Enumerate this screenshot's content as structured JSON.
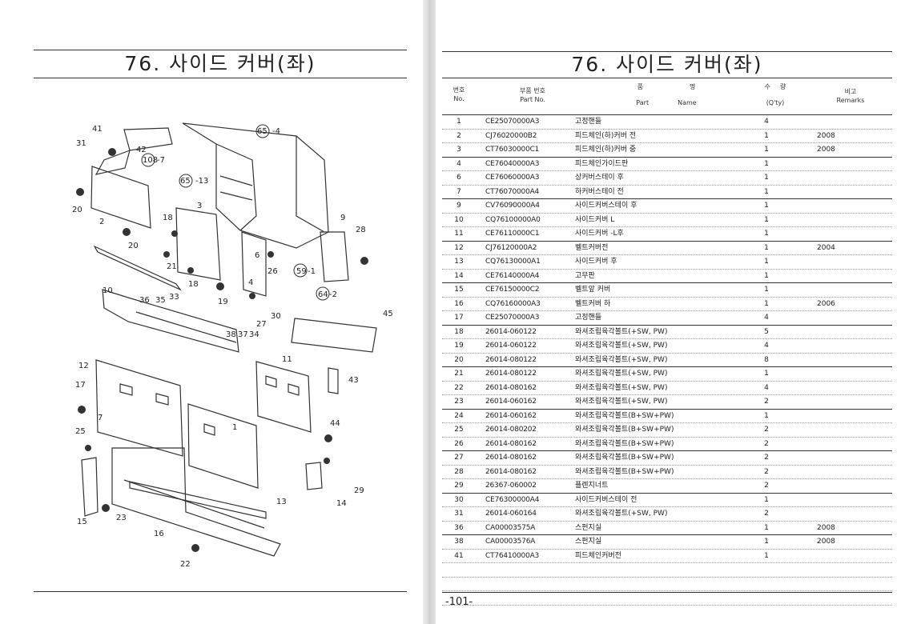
{
  "left_page": {
    "title": "76. 사이드 커버(좌)",
    "diagram_callouts": [
      "41",
      "31",
      "42",
      "108",
      "-7",
      "65",
      "-4",
      "65",
      "-13",
      "20",
      "2",
      "18",
      "3",
      "20",
      "21",
      "18",
      "9",
      "28",
      "6",
      "26",
      "59",
      "-1",
      "4",
      "19",
      "10",
      "36",
      "35",
      "33",
      "30",
      "27",
      "38",
      "37",
      "34",
      "64",
      "-2",
      "45",
      "11",
      "12",
      "17",
      "43",
      "7",
      "25",
      "1",
      "44",
      "29",
      "13",
      "14",
      "15",
      "23",
      "16",
      "22"
    ]
  },
  "right_page": {
    "title": "76. 사이드 커버(좌)",
    "page_number": "-101-",
    "table": {
      "header": {
        "no_ko": "번호",
        "no_en": "No.",
        "part_no_ko": "부품 번호",
        "part_no_en": "Part No.",
        "name_ko_a": "품",
        "name_ko_b": "명",
        "name_en_a": "Part",
        "name_en_b": "Name",
        "qty_ko_a": "수",
        "qty_ko_b": "량",
        "qty_en": "(Q'ty)",
        "remarks_ko": "비고",
        "remarks_en": "Remarks"
      },
      "rows": [
        {
          "no": "1",
          "part": "CE25070000A3",
          "name": "고정핸들",
          "qty": "4",
          "remarks": ""
        },
        {
          "no": "2",
          "part": "CJ76020000B2",
          "name": "피드체인(하)커버 전",
          "qty": "1",
          "remarks": "2008"
        },
        {
          "no": "3",
          "part": "CT76030000C1",
          "name": "피드체인(하)커버 중",
          "qty": "1",
          "remarks": "2008"
        },
        {
          "no": "4",
          "part": "CE76040000A3",
          "name": "피드체인가이드판",
          "qty": "1",
          "remarks": ""
        },
        {
          "no": "6",
          "part": "CE76060000A3",
          "name": "상커버스테이 후",
          "qty": "1",
          "remarks": ""
        },
        {
          "no": "7",
          "part": "CT76070000A4",
          "name": "하커버스테이 전",
          "qty": "1",
          "remarks": ""
        },
        {
          "no": "9",
          "part": "CV76090000A4",
          "name": "사이드커버스테이 후",
          "qty": "1",
          "remarks": ""
        },
        {
          "no": "10",
          "part": "CQ76100000A0",
          "name": "사이드커버 L",
          "qty": "1",
          "remarks": ""
        },
        {
          "no": "11",
          "part": "CE76110000C1",
          "name": "사이드커버 -L후",
          "qty": "1",
          "remarks": ""
        },
        {
          "no": "12",
          "part": "CJ76120000A2",
          "name": "벨트커버전",
          "qty": "1",
          "remarks": "2004"
        },
        {
          "no": "13",
          "part": "CQ76130000A1",
          "name": "사이드커버 후",
          "qty": "1",
          "remarks": ""
        },
        {
          "no": "14",
          "part": "CE76140000A4",
          "name": "고무판",
          "qty": "1",
          "remarks": ""
        },
        {
          "no": "15",
          "part": "CE76150000C2",
          "name": "벨트앞 커버",
          "qty": "1",
          "remarks": ""
        },
        {
          "no": "16",
          "part": "CQ76160000A3",
          "name": "벨트커버 하",
          "qty": "1",
          "remarks": "2006"
        },
        {
          "no": "17",
          "part": "CE25070000A3",
          "name": "고정핸들",
          "qty": "4",
          "remarks": ""
        },
        {
          "no": "18",
          "part": "26014-060122",
          "name": "와셔조립육각볼트(+SW, PW)",
          "qty": "5",
          "remarks": ""
        },
        {
          "no": "19",
          "part": "26014-060122",
          "name": "와셔조립육각볼트(+SW, PW)",
          "qty": "4",
          "remarks": ""
        },
        {
          "no": "20",
          "part": "26014-080122",
          "name": "와셔조립육각볼트(+SW, PW)",
          "qty": "8",
          "remarks": ""
        },
        {
          "no": "21",
          "part": "26014-080122",
          "name": "와셔조립육각볼트(+SW, PW)",
          "qty": "1",
          "remarks": ""
        },
        {
          "no": "22",
          "part": "26014-080162",
          "name": "와셔조립육각볼트(+SW, PW)",
          "qty": "4",
          "remarks": ""
        },
        {
          "no": "23",
          "part": "26014-060162",
          "name": "와셔조립육각볼트(+SW, PW)",
          "qty": "2",
          "remarks": ""
        },
        {
          "no": "24",
          "part": "26014-060162",
          "name": "와셔조립육각볼트(B+SW+PW)",
          "qty": "1",
          "remarks": ""
        },
        {
          "no": "25",
          "part": "26014-080202",
          "name": "와셔조립육각볼트(B+SW+PW)",
          "qty": "2",
          "remarks": ""
        },
        {
          "no": "26",
          "part": "26014-080162",
          "name": "와셔조립육각볼트(B+SW+PW)",
          "qty": "2",
          "remarks": ""
        },
        {
          "no": "27",
          "part": "26014-080162",
          "name": "와셔조립육각볼트(B+SW+PW)",
          "qty": "2",
          "remarks": ""
        },
        {
          "no": "28",
          "part": "26014-080162",
          "name": "와셔조립육각볼트(B+SW+PW)",
          "qty": "2",
          "remarks": ""
        },
        {
          "no": "29",
          "part": "26367-060002",
          "name": "플렌지너트",
          "qty": "2",
          "remarks": ""
        },
        {
          "no": "30",
          "part": "CE76300000A4",
          "name": "사이드커버스테이 전",
          "qty": "1",
          "remarks": ""
        },
        {
          "no": "31",
          "part": "26014-060164",
          "name": "와셔조립육각볼트(+SW, PW)",
          "qty": "2",
          "remarks": ""
        },
        {
          "no": "36",
          "part": "CA00003575A",
          "name": "스펀지실",
          "qty": "1",
          "remarks": "2008"
        },
        {
          "no": "38",
          "part": "CA00003576A",
          "name": "스펀지실",
          "qty": "1",
          "remarks": "2008"
        },
        {
          "no": "41",
          "part": "CT76410000A3",
          "name": "피드체인커버전",
          "qty": "1",
          "remarks": ""
        }
      ]
    }
  }
}
